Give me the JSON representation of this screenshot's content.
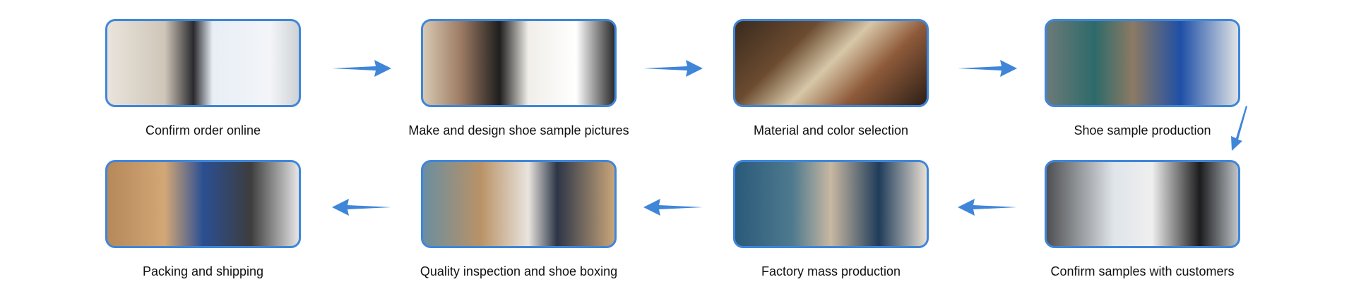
{
  "accent_color": "#3f86d9",
  "steps": [
    {
      "label": "Confirm order online"
    },
    {
      "label": "Make and design shoe sample pictures"
    },
    {
      "label": "Material and color selection"
    },
    {
      "label": "Shoe sample production"
    },
    {
      "label": "Confirm samples with customers"
    },
    {
      "label": "Factory mass production"
    },
    {
      "label": "Quality inspection and shoe boxing"
    },
    {
      "label": "Packing and shipping"
    }
  ]
}
